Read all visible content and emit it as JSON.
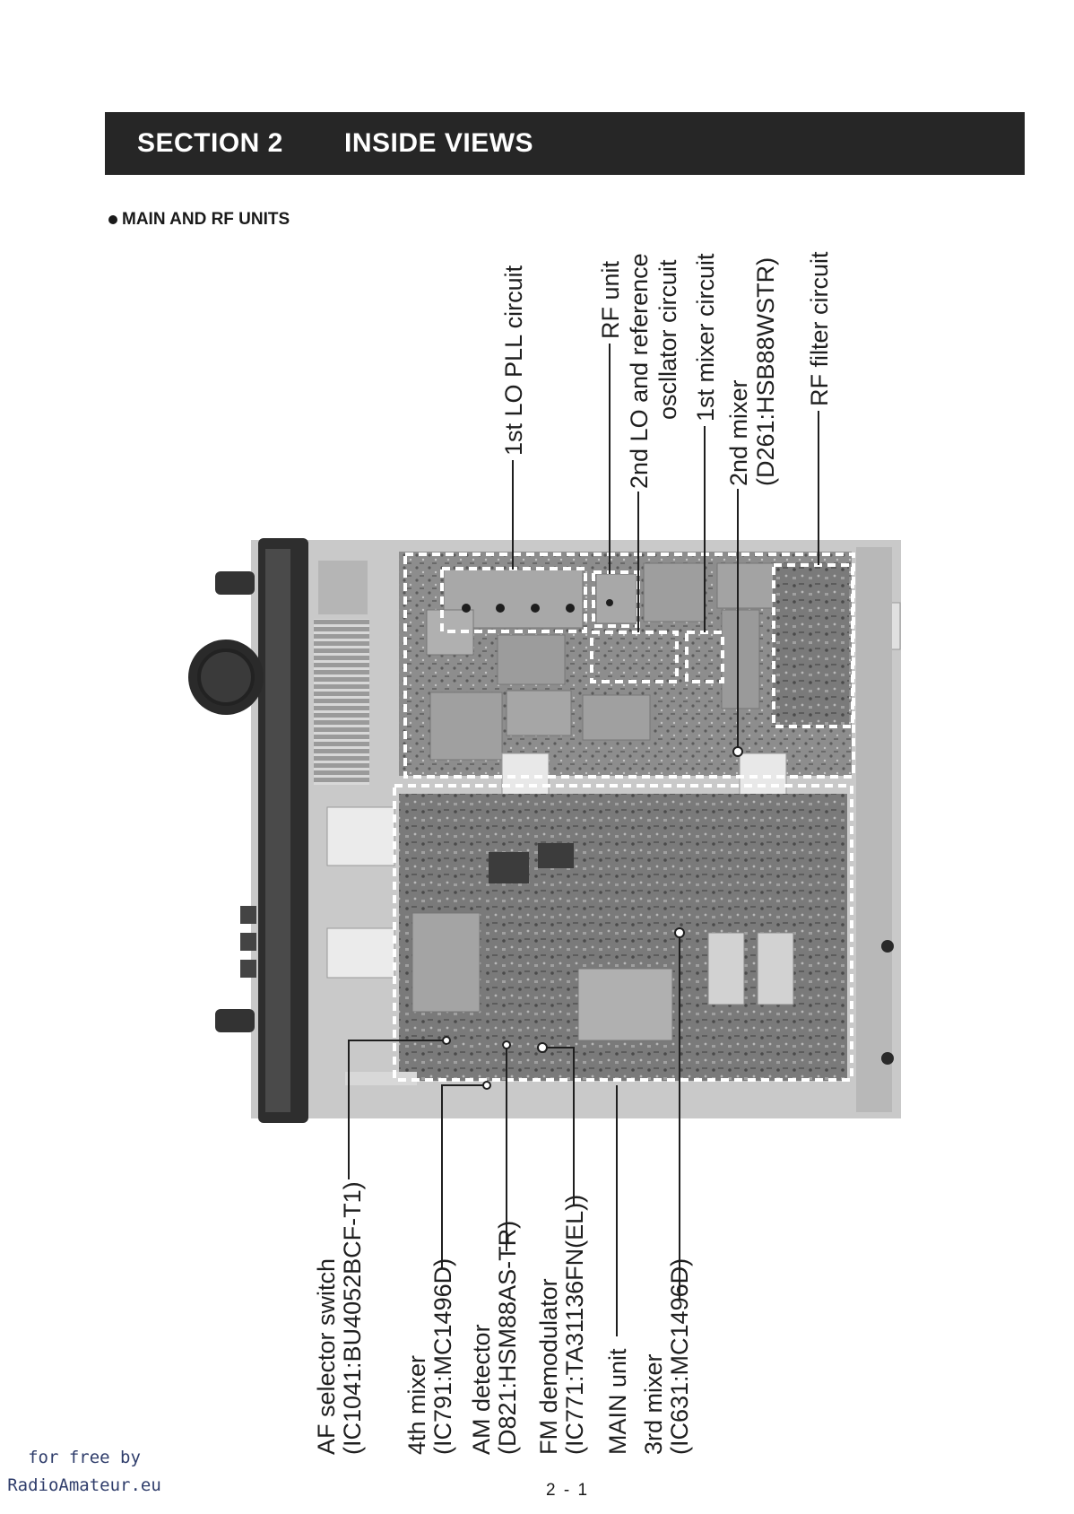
{
  "header": {
    "section": "SECTION 2",
    "title": "INSIDE VIEWS"
  },
  "subheading": "MAIN AND RF UNITS",
  "callouts_top": {
    "lo_pll": "1st LO PLL circuit",
    "rf_unit": "RF unit",
    "second_lo_line1": "2nd LO and reference",
    "second_lo_line2": "oscllator circuit",
    "first_mixer": "1st mixer circuit",
    "second_mixer_line1": "2nd mixer",
    "second_mixer_line2": "(D261:HSB88WSTR)",
    "rf_filter": "RF filter circuit"
  },
  "callouts_bottom": {
    "af_line1": "AF selector switch",
    "af_line2": "(IC1041:BU4052BCF-T1)",
    "mix4_line1": "4th mixer",
    "mix4_line2": "(IC791:MC1496D)",
    "am_line1": "AM detector",
    "am_line2": "(D821:HSM88AS-TR)",
    "fm_line1": "FM demodulator",
    "fm_line2": "(IC771:TA31136FN(EL))",
    "main_unit": "MAIN unit",
    "mix3_line1": "3rd mixer",
    "mix3_line2": "(IC631:MC1496D)"
  },
  "footer": {
    "credit_line1": "for free by",
    "credit_line2": "RadioAmateur.eu",
    "page_number": "2 - 1"
  }
}
